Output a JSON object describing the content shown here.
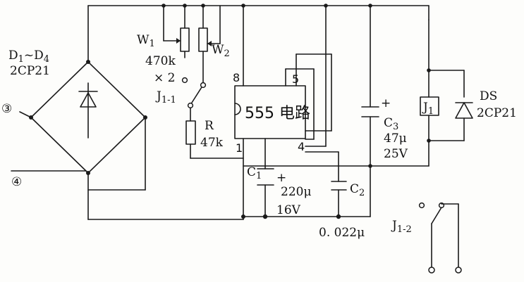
{
  "labels": {
    "bridge_name": "D",
    "bridge_sub1": "1",
    "bridge_tilde": "~D",
    "bridge_sub4": "4",
    "bridge_type": "2CP21",
    "terminal_3": "③",
    "terminal_4": "④",
    "w1_name": "W",
    "w1_sub": "1",
    "w1_value": "470k",
    "w1_multiplier": "× 2",
    "w2_name": "W",
    "w2_sub": "2",
    "j11_name": "J",
    "j11_sub": "1-1",
    "r_name": "R",
    "r_value": "47k",
    "ic_label": "555 电路",
    "pin_8": "8",
    "pin_5": "5",
    "pin_4": "4",
    "pin_1": "1",
    "c1_name": "C",
    "c1_sub": "1",
    "c1_polarity": "+",
    "c1_value": "220μ",
    "c1_voltage": "16V",
    "c2_name": "C",
    "c2_sub": "2",
    "c2_value": "0. 022μ",
    "c3_name": "C",
    "c3_sub": "3",
    "c3_polarity": "+",
    "c3_value": "47μ",
    "c3_voltage": "25V",
    "relay_name": "J",
    "relay_sub": "1",
    "ds_name": "DS",
    "ds_type": "2CP21",
    "j12_name": "J",
    "j12_sub": "1-2"
  }
}
